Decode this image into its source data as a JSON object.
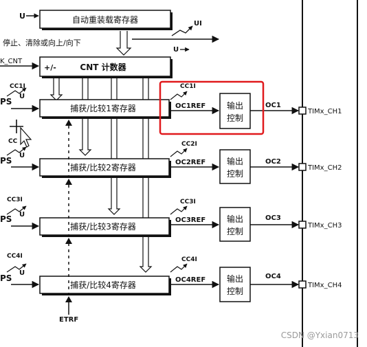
{
  "blocks": {
    "auto_reload": "自动重装载寄存器",
    "counter_prefix": "+/-",
    "counter": "CNT 计数器",
    "ccr1": "捕获/比较1寄存器",
    "ccr2": "捕获/比较2寄存器",
    "ccr3": "捕获/比较3寄存器",
    "ccr4": "捕获/比较4寄存器",
    "output_control_line1": "输出",
    "output_control_line2": "控制"
  },
  "labels": {
    "u": "U",
    "ui": "UI",
    "stop_clear": "停止、清除或向上/向下",
    "cnt_input": "K_CNT",
    "ps": "PS",
    "cc1i": "CC1I",
    "cc2i": "CC2I",
    "cc3i": "CC3I",
    "cc4i": "CC4I",
    "cc_left_partial": "CC",
    "etrf": "ETRF",
    "oc1ref": "OC1REF",
    "oc2ref": "OC2REF",
    "oc3ref": "OC3REF",
    "oc4ref": "OC4REF",
    "oc1": "OC1",
    "oc2": "OC2",
    "oc3": "OC3",
    "oc4": "OC4",
    "ch1": "TIMx_CH1",
    "ch2": "TIMx_CH2",
    "ch3": "TIMx_CH3",
    "ch4": "TIMx_CH4"
  },
  "watermark": "CSDN @Yxian0713",
  "colors": {
    "highlight": "#e0191c",
    "block_fill": "#ffffff",
    "line": "#111111"
  }
}
